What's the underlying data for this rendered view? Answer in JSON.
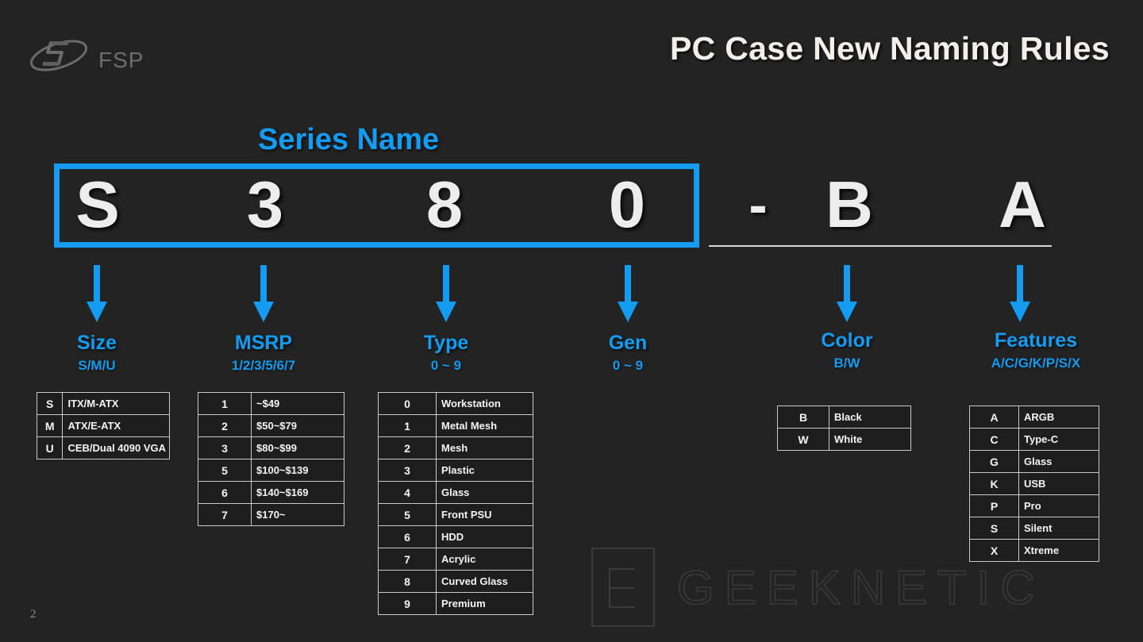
{
  "brand": {
    "logo_icon": "fsp-swoosh-logo-icon",
    "logo_text": "FSP"
  },
  "header": {
    "title": "PC Case New Naming Rules"
  },
  "page_number": "2",
  "colors": {
    "background": "#232323",
    "accent_blue": "#139cf2",
    "code_text": "#ededed",
    "title_text": "#f2efe9",
    "table_border": "#c9c9c9",
    "watermark": "#3b3b3b"
  },
  "series_name_label": "Series Name",
  "code": {
    "characters": [
      "S",
      "3",
      "8",
      "0",
      "-",
      "B",
      "A"
    ],
    "boxed_count": 4
  },
  "groups": [
    {
      "id": "size",
      "title": "Size",
      "subtitle": "S/M/U",
      "arrow_icon": "arrow-down-icon",
      "legend": [
        {
          "key": "S",
          "value": "ITX/M-ATX"
        },
        {
          "key": "M",
          "value": "ATX/E-ATX"
        },
        {
          "key": "U",
          "value": "CEB/Dual 4090 VGA"
        }
      ]
    },
    {
      "id": "msrp",
      "title": "MSRP",
      "subtitle": "1/2/3/5/6/7",
      "arrow_icon": "arrow-down-icon",
      "legend": [
        {
          "key": "1",
          "value": "~$49"
        },
        {
          "key": "2",
          "value": "$50~$79"
        },
        {
          "key": "3",
          "value": "$80~$99"
        },
        {
          "key": "5",
          "value": "$100~$139"
        },
        {
          "key": "6",
          "value": "$140~$169"
        },
        {
          "key": "7",
          "value": "$170~"
        }
      ]
    },
    {
      "id": "type",
      "title": "Type",
      "subtitle": "0 ~ 9",
      "arrow_icon": "arrow-down-icon",
      "legend": [
        {
          "key": "0",
          "value": "Workstation"
        },
        {
          "key": "1",
          "value": "Metal Mesh"
        },
        {
          "key": "2",
          "value": "Mesh"
        },
        {
          "key": "3",
          "value": "Plastic"
        },
        {
          "key": "4",
          "value": "Glass"
        },
        {
          "key": "5",
          "value": "Front PSU"
        },
        {
          "key": "6",
          "value": "HDD"
        },
        {
          "key": "7",
          "value": "Acrylic"
        },
        {
          "key": "8",
          "value": "Curved Glass"
        },
        {
          "key": "9",
          "value": "Premium"
        }
      ]
    },
    {
      "id": "gen",
      "title": "Gen",
      "subtitle": "0 ~ 9",
      "arrow_icon": "arrow-down-icon",
      "legend": []
    },
    {
      "id": "color",
      "title": "Color",
      "subtitle": "B/W",
      "arrow_icon": "arrow-down-icon",
      "legend": [
        {
          "key": "B",
          "value": "Black"
        },
        {
          "key": "W",
          "value": "White"
        }
      ]
    },
    {
      "id": "features",
      "title": "Features",
      "subtitle": "A/C/G/K/P/S/X",
      "arrow_icon": "arrow-down-icon",
      "legend": [
        {
          "key": "A",
          "value": "ARGB"
        },
        {
          "key": "C",
          "value": "Type-C"
        },
        {
          "key": "G",
          "value": "Glass"
        },
        {
          "key": "K",
          "value": "USB"
        },
        {
          "key": "P",
          "value": "Pro"
        },
        {
          "key": "S",
          "value": "Silent"
        },
        {
          "key": "X",
          "value": "Xtreme"
        }
      ]
    }
  ],
  "watermark": {
    "logo_icon": "geeknetic-e-box-icon",
    "text": "GEEKNETIC"
  }
}
